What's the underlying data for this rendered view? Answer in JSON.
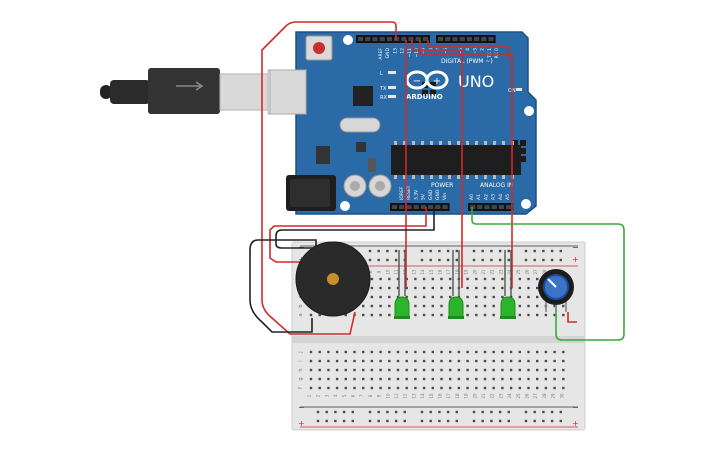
{
  "board": {
    "brand": "ARDUINO",
    "model": "UNO",
    "digital_label": "DIGITAL (PWM ~)",
    "power_label": "POWER",
    "analog_label": "ANALOG IN",
    "led_labels": [
      "L",
      "TX",
      "RX"
    ],
    "on_label": "ON",
    "top_header_pins": [
      "AREF",
      "GND",
      "13",
      "12",
      "~11",
      "~10",
      "~9",
      "8",
      "7",
      "~6",
      "~5",
      "4",
      "~3",
      "2",
      "TX 1",
      "RX 0"
    ],
    "power_pins": [
      "IOREF",
      "RESET",
      "3.3V",
      "5V",
      "GND",
      "GND",
      "Vin"
    ],
    "analog_pins": [
      "A0",
      "A1",
      "A2",
      "A3",
      "A4",
      "A5"
    ]
  },
  "breadboard": {
    "row_letters_top": [
      "a",
      "b",
      "c",
      "d",
      "e"
    ],
    "row_letters_bottom": [
      "f",
      "g",
      "h",
      "i",
      "j"
    ],
    "column_numbers": [
      "1",
      "2",
      "3",
      "4",
      "5",
      "6",
      "7",
      "8",
      "9",
      "10",
      "11",
      "12",
      "13",
      "14",
      "15",
      "16",
      "17",
      "18",
      "19",
      "20",
      "21",
      "22",
      "23",
      "24",
      "25",
      "26",
      "27",
      "28",
      "29",
      "30"
    ],
    "rail_minus": "−",
    "rail_plus": "+"
  },
  "colors": {
    "board": "#2a6aa6",
    "board_dark": "#1f4f80",
    "wire_red": "#d22a2a",
    "wire_green": "#3aaa3a",
    "wire_black": "#222222",
    "led_green": "#2cb52c",
    "breadboard": "#e6e6e6",
    "buzzer": "#2a2a2a",
    "buzzer_center": "#c8902a",
    "pot": "#1c4ea0"
  },
  "components": {
    "leds": [
      {
        "color": "green"
      },
      {
        "color": "green"
      },
      {
        "color": "green"
      }
    ],
    "buzzer": {
      "present": true
    },
    "potentiometer": {
      "present": true
    },
    "usb_cable": {
      "present": true
    }
  }
}
